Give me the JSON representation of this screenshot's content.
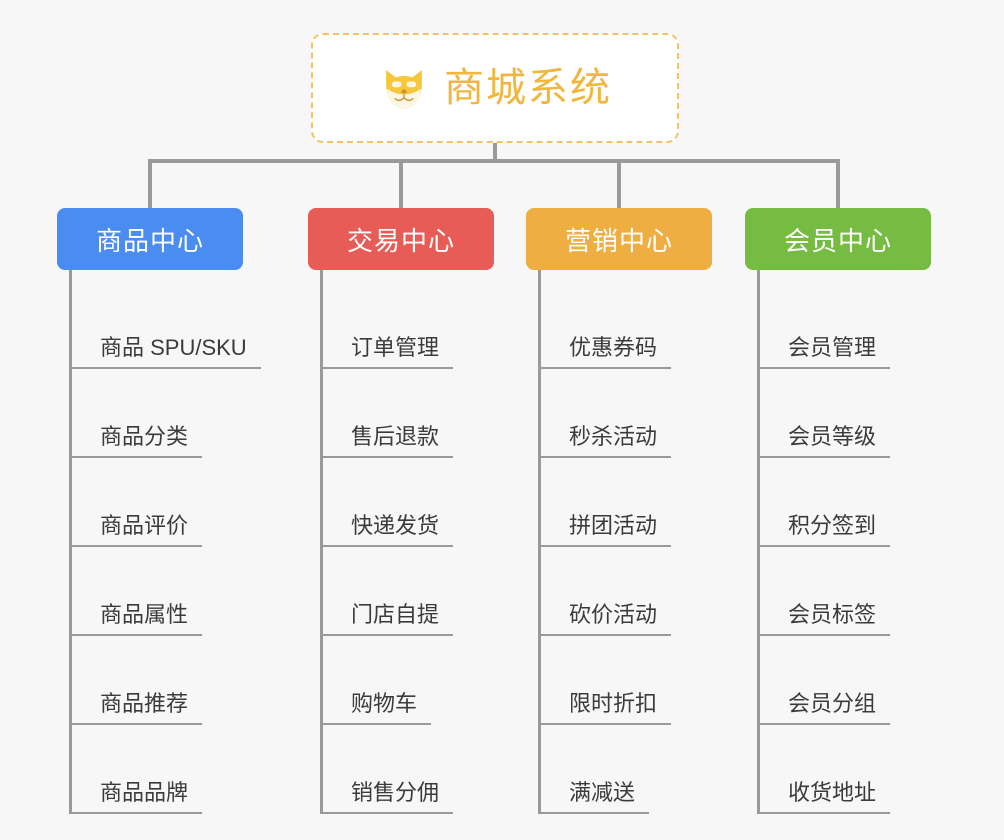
{
  "root": {
    "title": "商城系统",
    "icon": "shiba-dog-face-icon",
    "border_color": "#f3c267",
    "text_color": "#f0b63e",
    "background": "#ffffff"
  },
  "canvas": {
    "background": "#f7f7f7",
    "connector_color": "#9a9a9a"
  },
  "branches": [
    {
      "label": "商品中心",
      "color": "#4a8cf0",
      "items": [
        "商品 SPU/SKU",
        "商品分类",
        "商品评价",
        "商品属性",
        "商品推荐",
        "商品品牌"
      ]
    },
    {
      "label": "交易中心",
      "color": "#e85c58",
      "items": [
        "订单管理",
        "售后退款",
        "快递发货",
        "门店自提",
        "购物车",
        "销售分佣"
      ]
    },
    {
      "label": "营销中心",
      "color": "#eeae42",
      "items": [
        "优惠券码",
        "秒杀活动",
        "拼团活动",
        "砍价活动",
        "限时折扣",
        "满减送"
      ]
    },
    {
      "label": "会员中心",
      "color": "#76bc43",
      "items": [
        "会员管理",
        "会员等级",
        "积分签到",
        "会员标签",
        "会员分组",
        "收货地址"
      ]
    }
  ]
}
